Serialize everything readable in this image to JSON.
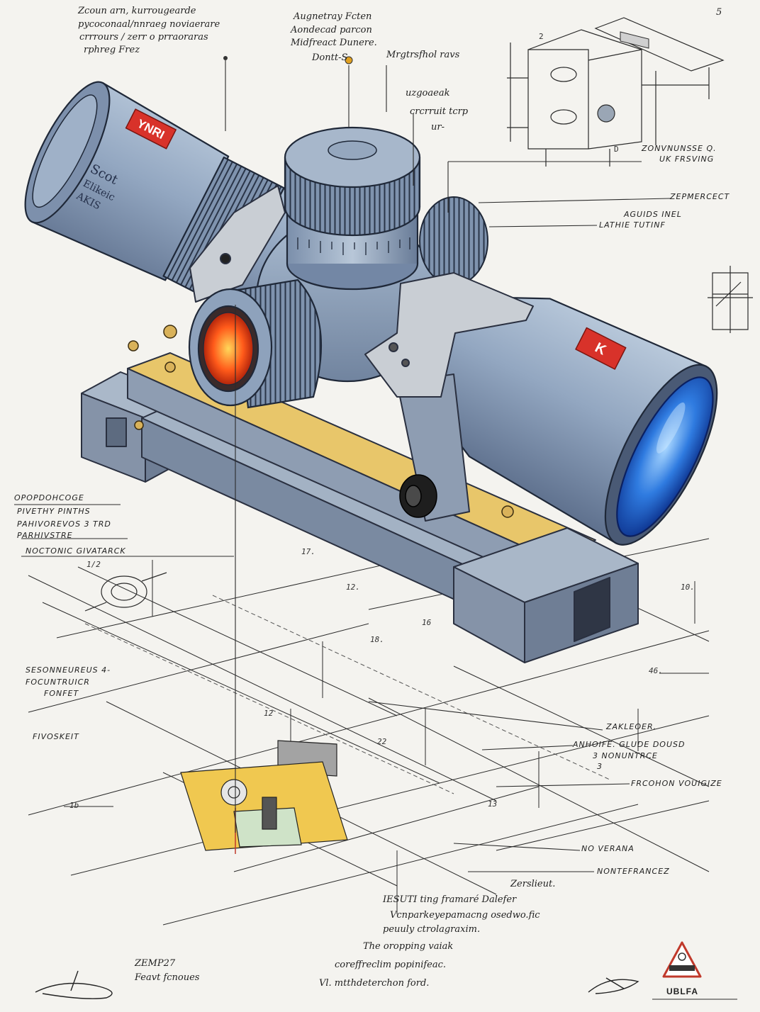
{
  "notes": {
    "top_left": [
      "Zcoun arn, kurrougearde",
      "pycoconaal/nnraeg noviaerare",
      "crrrours / zerr o prraoraras",
      "rphreg Frez"
    ],
    "top_center": [
      "Augnetray Fcten",
      "Aondecad parcon",
      "Midfreact Dunere.",
      "Dontt-S"
    ],
    "top_center_right": "Mrgtrsfhol ravs",
    "turret_note": [
      "uzgoaeak",
      "crcrruit tcrp",
      "ur-"
    ],
    "corner_number": "5",
    "right_upper": [
      "ZONVNUNSSE Q.",
      "UK FRSVING",
      "ZEPMERCECT",
      "AGUIDS INEL",
      "LATHIE TUTINF"
    ],
    "left_middle": [
      "OPOPDOHCOGE",
      "PIVETHY PINTHS",
      "PAHIVOREVOS 3 TRD",
      "PARHIVSTRE",
      "NOCTONIC GIVATARCK"
    ],
    "left_lower": [
      "SESONNEUREUS 4-",
      "FOCUNTRUICR",
      "FONFET"
    ],
    "left_single": "FIVOSKEIT",
    "right_lower": [
      "ZAKLEOER.",
      "ANHOIFE. GLUDE DOUSD",
      "3 NONUNTRCE",
      "3",
      "FRCOHON VOUIGIZE",
      "NO VERANA",
      "NONTEFRANCEZ"
    ],
    "bottom_center": [
      "Zerslieut.",
      "IESUTI ting framaré Dalefer",
      "Vcnparkeyepamacng osedwo.fic",
      "peuuly ctrolagraxim.",
      "The oropping vaiak",
      "coreffreclim popinifeac.",
      "Vl. mtthdeterchon ford."
    ],
    "bottom_left": [
      "ZEMP27",
      "Feavt fcnoues"
    ]
  },
  "dimensions": [
    "17.",
    "12.",
    "18.",
    "46.",
    "22",
    "1/2",
    "16",
    "10.",
    "12",
    "1b",
    "13"
  ],
  "sketch_labels": [
    "2",
    "D"
  ],
  "scope_labels": {
    "eyepiece_badge": "YNRI",
    "eyepiece_text": [
      "Scot",
      "Elikeic",
      "AKIS"
    ],
    "objective_badge": "K"
  },
  "logo_text": "UBLFA",
  "colors": {
    "paper": "#f4f3ef",
    "scope_body": "#91a5bf",
    "lens_blue": "#2f7be0",
    "lens_orange": "#ff5a1a",
    "rail_brass": "#e8c66a",
    "badge_red": "#d8322a",
    "ink": "#222222"
  }
}
